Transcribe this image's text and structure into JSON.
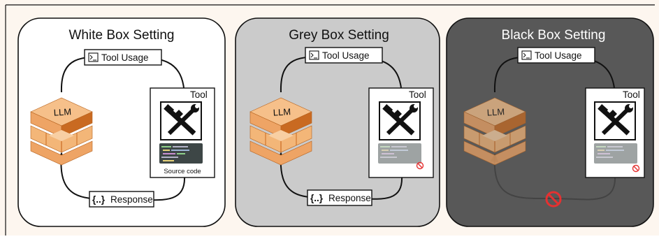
{
  "colors": {
    "background": "#fdf6ef",
    "white_panel": "#ffffff",
    "grey_panel": "#cbcbcb",
    "black_panel": "#585858",
    "llm_light": "#f6c08a",
    "llm_mid": "#eea465",
    "llm_dark": "#c96a21",
    "forbidden": "#e53131",
    "code_bg": "#3d4646"
  },
  "icons": {
    "tool": "hammer-wrench-icon",
    "terminal": "terminal-icon",
    "forbidden": "no-entry-icon",
    "llm": "stacked-cubes-icon"
  },
  "panels": [
    {
      "title": "White Box Setting",
      "tool_usage": "Tool Usage",
      "response": "Response",
      "response_prefix": "{..}",
      "llm": "LLM",
      "tool": "Tool",
      "source_code": "Source code",
      "source_code_state": "visible"
    },
    {
      "title": "Grey Box Setting",
      "tool_usage": "Tool Usage",
      "response": "Response",
      "response_prefix": "{..}",
      "llm": "LLM",
      "tool": "Tool",
      "source_code_state": "hidden"
    },
    {
      "title": "Black Box Setting",
      "tool_usage": "Tool Usage",
      "llm": "LLM",
      "tool": "Tool",
      "source_code_state": "hidden",
      "response_state": "blocked"
    }
  ]
}
